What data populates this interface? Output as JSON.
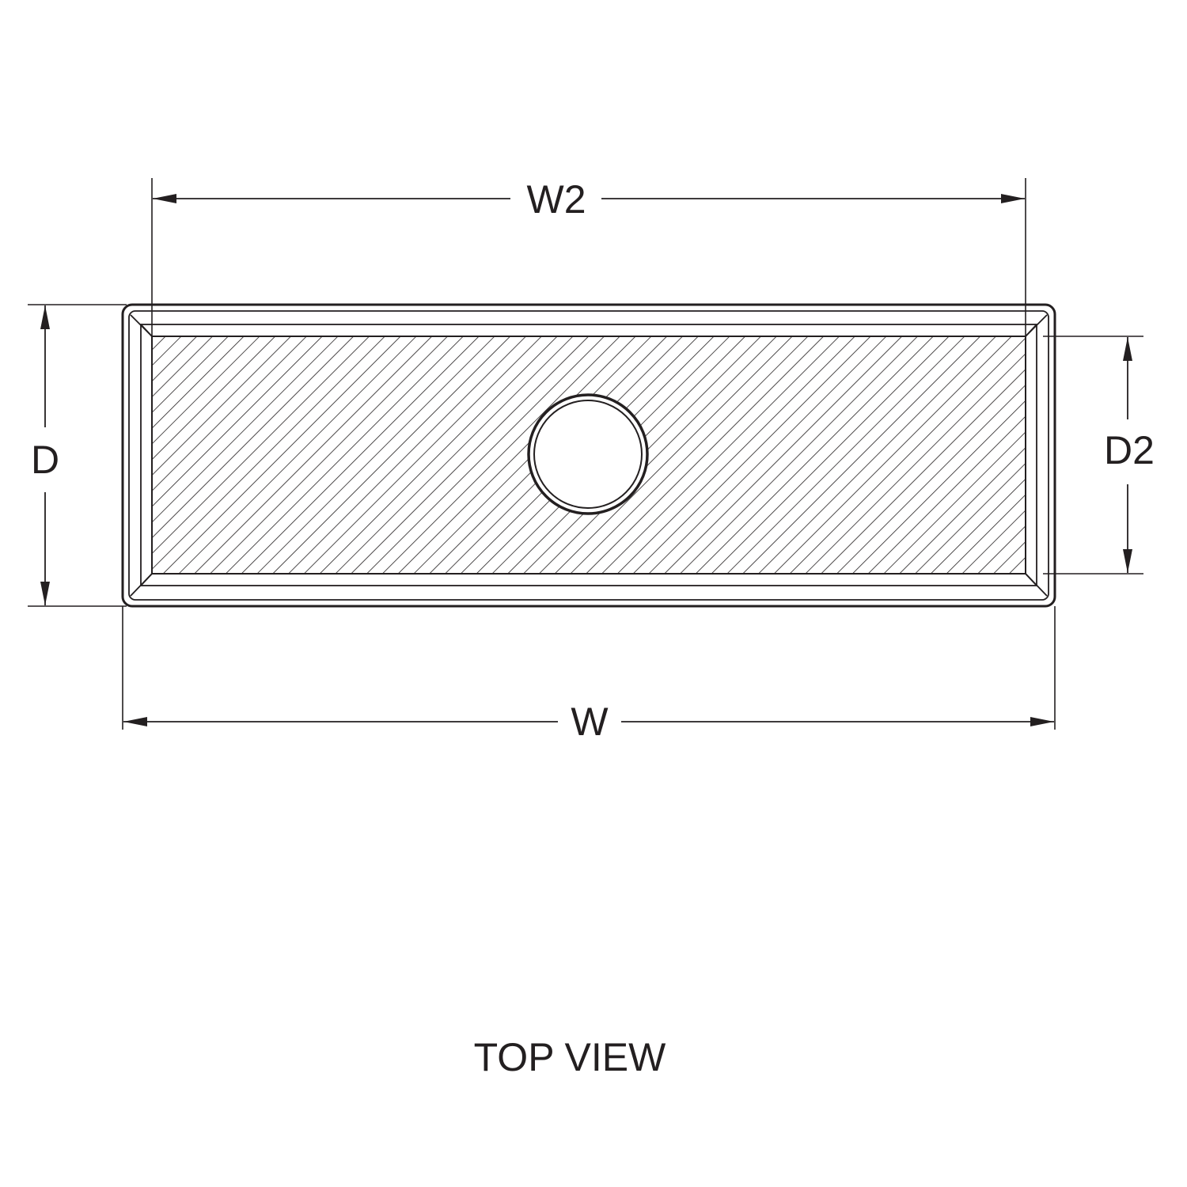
{
  "dimensions": {
    "w2_label": "W2",
    "w_label": "W",
    "d_label": "D",
    "d2_label": "D2"
  },
  "view_title": "TOP VIEW",
  "colors": {
    "line": "#231f20",
    "background": "#ffffff"
  }
}
